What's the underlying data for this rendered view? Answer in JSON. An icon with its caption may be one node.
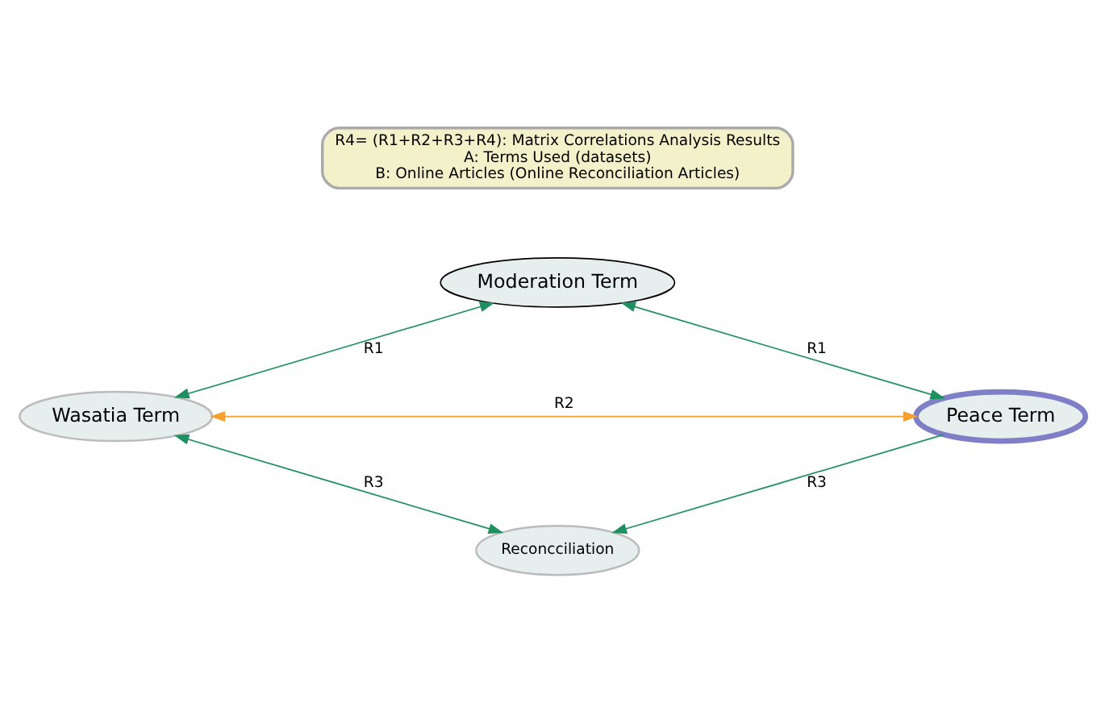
{
  "diagram": {
    "nodes": [
      {
        "text": [
          "R4= (R1+R2+R3+R4): Matrix Correlations Analysis Results",
          "A: Terms Used (datasets)",
          "B: Online Articles (Online Reconciliation Articles)"
        ]
      },
      {
        "text": [
          "Moderation Term"
        ]
      },
      {
        "text": [
          "Wasatia Term"
        ]
      },
      {
        "text": [
          "Peace Term"
        ]
      },
      {
        "text": [
          "Reconcciliation"
        ]
      }
    ],
    "edges": [
      {
        "from": 1,
        "to": 2,
        "arrow": "both",
        "label": "R1"
      },
      {
        "from": 1,
        "to": 3,
        "arrow": "both",
        "label": "R1"
      },
      {
        "from": 2,
        "to": 3,
        "arrow": "both",
        "label": "R2",
        "color": "#f5a030"
      },
      {
        "from": 2,
        "to": 4,
        "arrow": "both",
        "label": "R3"
      },
      {
        "from": 3,
        "to": 4,
        "arrow": "to",
        "label": "R3"
      }
    ]
  }
}
